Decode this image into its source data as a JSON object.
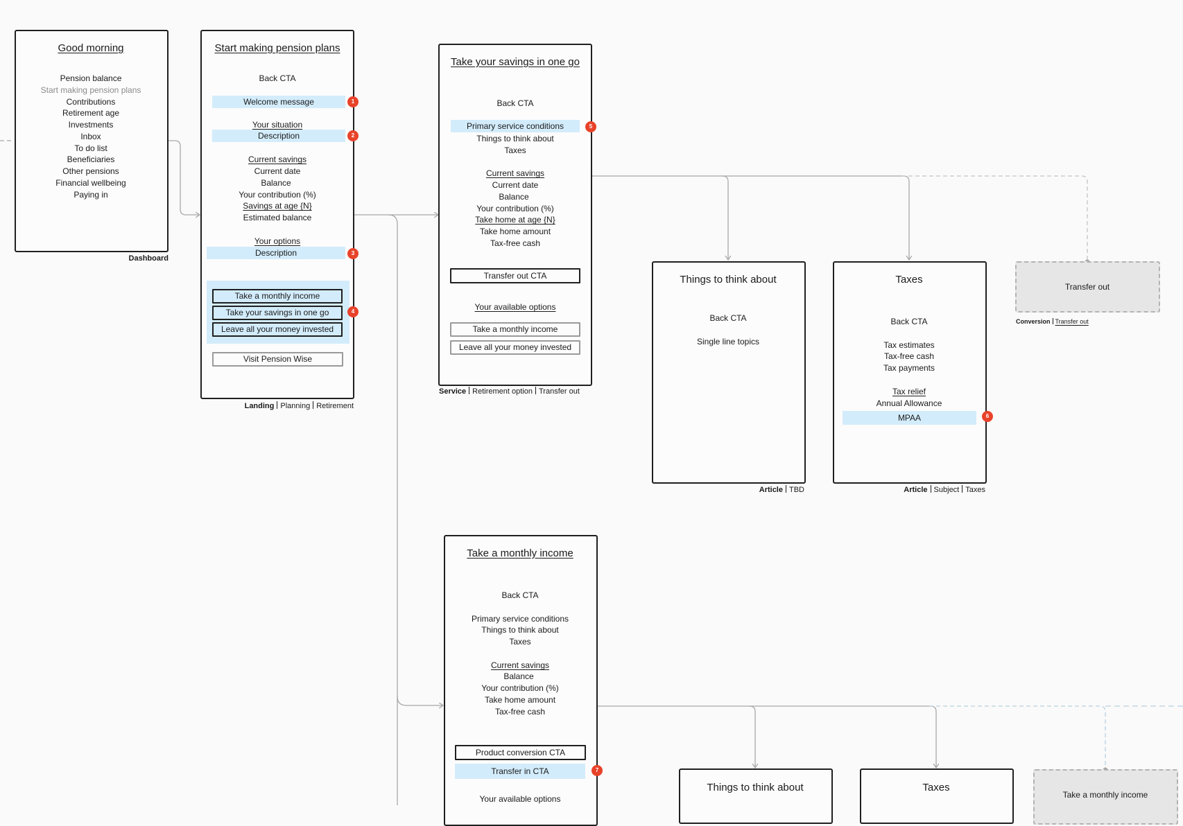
{
  "dashboard": {
    "title": "Good morning",
    "items": [
      "Pension balance",
      "Start making pension plans",
      "Contributions",
      "Retirement age",
      "Investments",
      "Inbox",
      "To do list",
      "Beneficiaries",
      "Other pensions",
      "Financial wellbeing",
      "Paying in"
    ],
    "caption": "Dashboard"
  },
  "landing": {
    "title": "Start making pension plans",
    "back_cta": "Back CTA",
    "welcome": "Welcome message",
    "situation_heading": "Your situation",
    "description": "Description",
    "savings_heading": "Current savings",
    "current_date": "Current date",
    "balance": "Balance",
    "contribution": "Your contribution (%)",
    "savings_at_age": "Savings at age {N}",
    "estimated_balance": "Estimated balance",
    "options_heading": "Your options",
    "options": [
      "Take a monthly income",
      "Take your savings in one go",
      "Leave all your money invested"
    ],
    "visit": "Visit Pension Wise",
    "caption": [
      "Landing",
      "Planning",
      "Retirement"
    ]
  },
  "oneGo": {
    "title": "Take your savings in one go",
    "back_cta": "Back CTA",
    "primary_conditions": "Primary service conditions",
    "things": "Things to think about",
    "taxes": "Taxes",
    "savings_heading": "Current savings",
    "current_date": "Current date",
    "balance": "Balance",
    "contribution": "Your contribution (%)",
    "take_home_at_age": "Take home at age {N}",
    "take_home_amount": "Take home amount",
    "tax_free": "Tax-free cash",
    "transfer_out_cta": "Transfer out CTA",
    "available_heading": "Your available options",
    "options": [
      "Take a monthly income",
      "Leave all your money invested"
    ],
    "caption": [
      "Service",
      "Retirement option",
      "Transfer out"
    ]
  },
  "thingsArticle": {
    "title": "Things to think about",
    "back_cta": "Back CTA",
    "topics": "Single line topics",
    "caption": [
      "Article",
      "TBD"
    ]
  },
  "taxesArticle": {
    "title": "Taxes",
    "back_cta": "Back CTA",
    "items": [
      "Tax estimates",
      "Tax-free cash",
      "Tax payments"
    ],
    "relief_heading": "Tax relief",
    "annual_allowance": "Annual Allowance",
    "mpaa": "MPAA",
    "caption": [
      "Article",
      "Subject",
      "Taxes"
    ]
  },
  "transferOut": {
    "label": "Transfer out",
    "caption": [
      "Conversion",
      "Transfer out"
    ]
  },
  "monthly": {
    "title": "Take a monthly income",
    "back_cta": "Back CTA",
    "primary_conditions": "Primary service conditions",
    "things": "Things to think about",
    "taxes": "Taxes",
    "savings_heading": "Current savings",
    "balance": "Balance",
    "contribution": "Your contribution (%)",
    "take_home_amount": "Take home amount",
    "tax_free": "Tax-free cash",
    "product_cta": "Product conversion CTA",
    "transfer_in_cta": "Transfer in CTA",
    "available_heading": "Your available options"
  },
  "thingsBottom": {
    "title": "Things to think about"
  },
  "taxesBottom": {
    "title": "Taxes"
  },
  "monthlyGhost": {
    "label": "Take a monthly income"
  },
  "badges": [
    "1",
    "2",
    "3",
    "4",
    "5",
    "6",
    "7"
  ],
  "colors": {
    "highlight": "#d3ecfb",
    "badge": "#e8432a",
    "ghost": "#e6e6e6",
    "connector": "#a8a8a8"
  }
}
